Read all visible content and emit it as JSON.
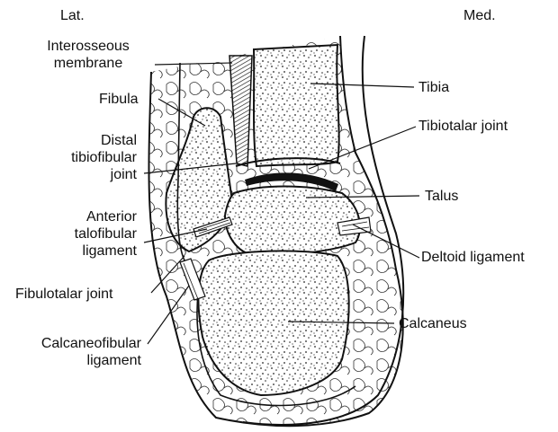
{
  "orientation": {
    "lateral": "Lat.",
    "medial": "Med."
  },
  "labels": {
    "interosseous_membrane": "Interosseous\nmembrane",
    "fibula": "Fibula",
    "distal_tibiofibular_joint": "Distal\ntibiofibular\njoint",
    "anterior_talofibular_ligament": "Anterior\ntalofibular\nligament",
    "fibulotalar_joint": "Fibulotalar joint",
    "calcaneofibular_ligament": "Calcaneofibular\nligament",
    "tibia": "Tibia",
    "tibiotalar_joint": "Tibiotalar joint",
    "talus": "Talus",
    "deltoid_ligament": "Deltoid ligament",
    "calcaneus": "Calcaneus"
  }
}
